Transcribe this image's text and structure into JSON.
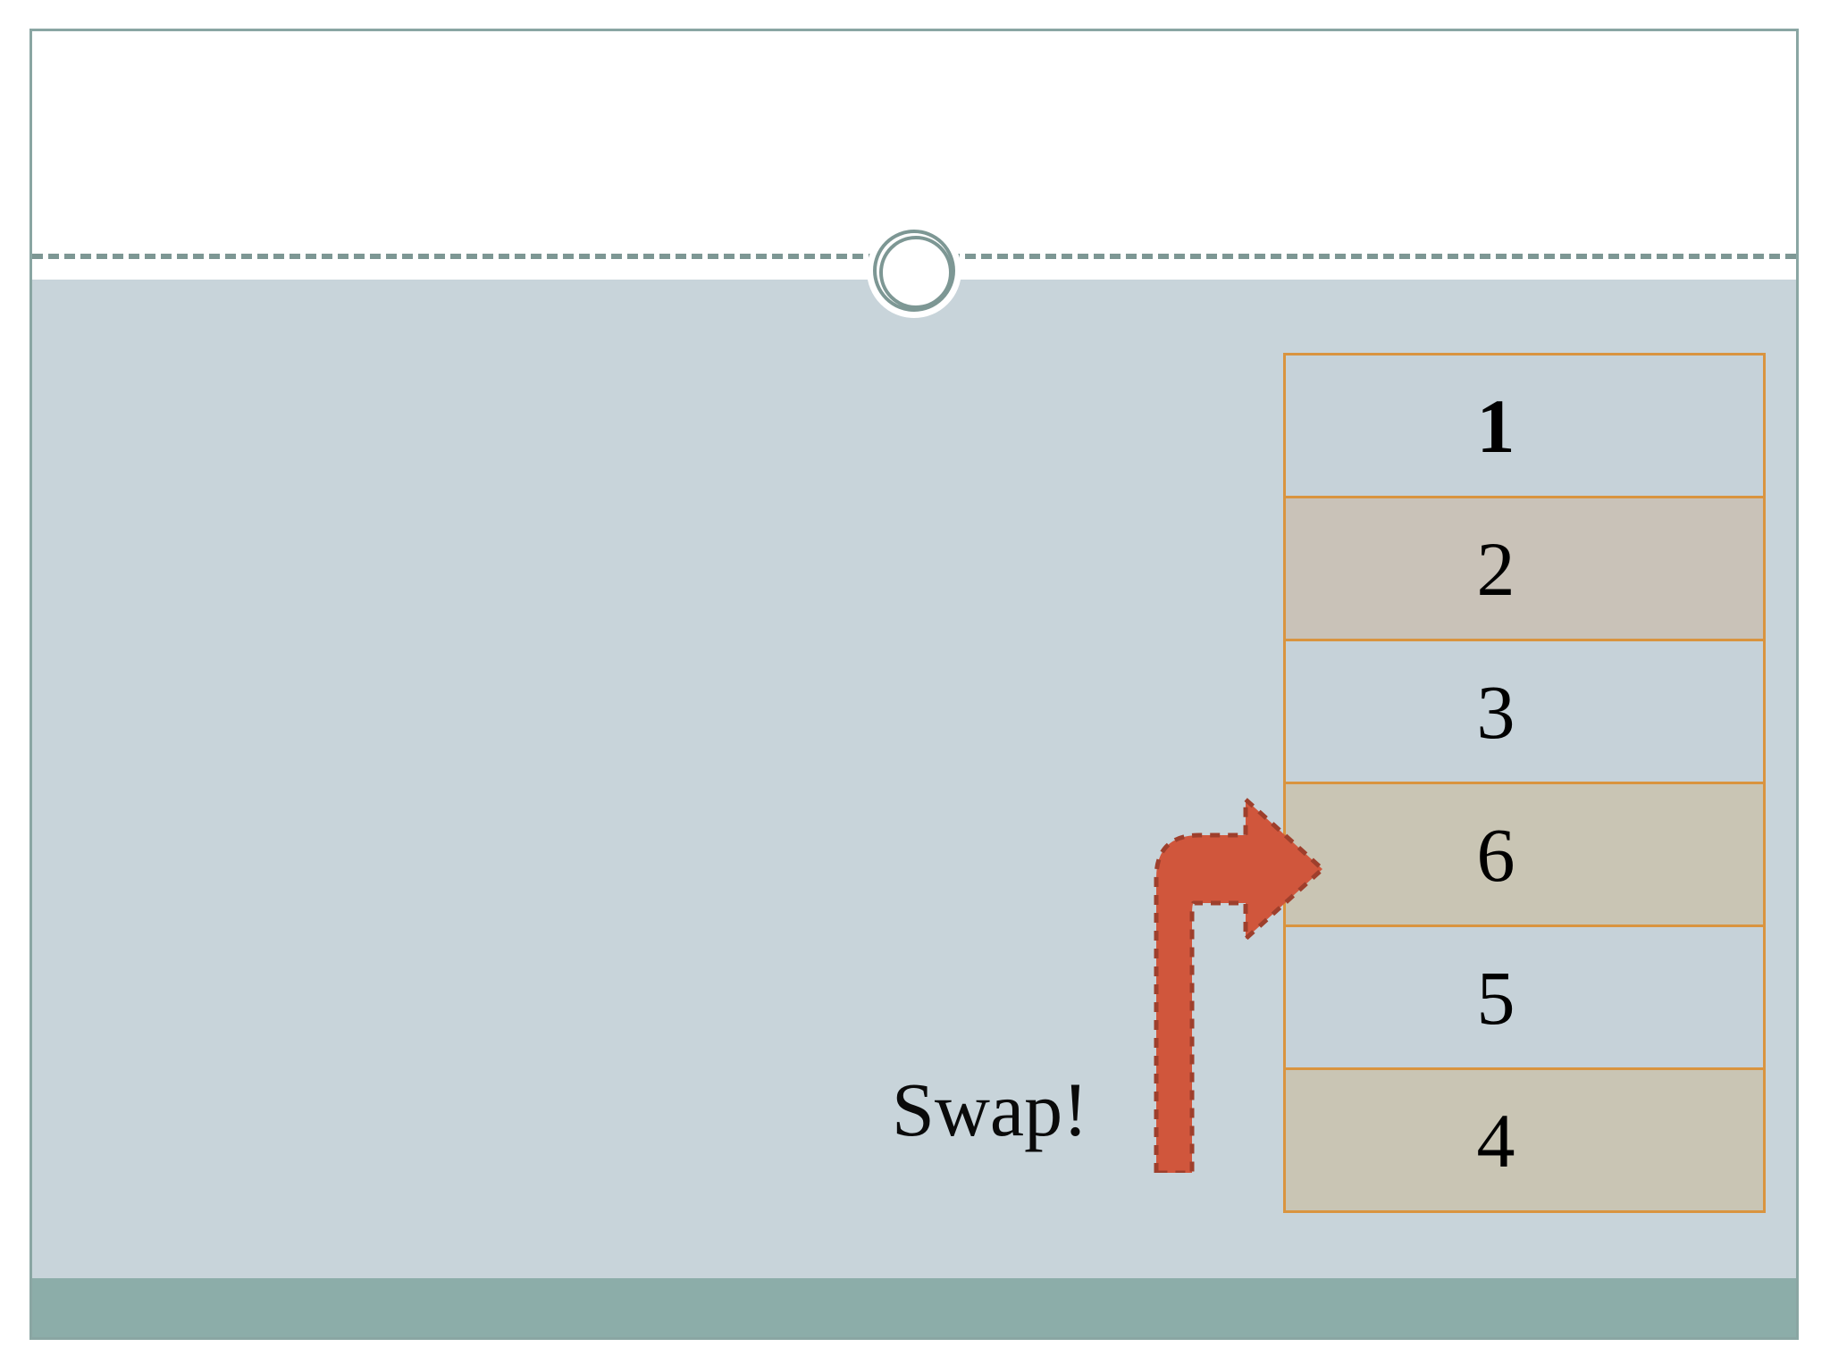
{
  "slide": {
    "background_color": "#c8d4da",
    "frame_border_color": "#8aa6a3",
    "header_color": "#ffffff",
    "footer_color": "#8cada9",
    "accent_color": "#d9943f",
    "arrow_color": "#d0563c",
    "ornament_color": "#7d9794"
  },
  "ornament": {
    "name": "double-ring-circle"
  },
  "array": {
    "name": "array-visualization",
    "cells": [
      {
        "value": "1",
        "shade": "blue",
        "bold": true
      },
      {
        "value": "2",
        "shade": "tan",
        "bold": false
      },
      {
        "value": "3",
        "shade": "blue",
        "bold": false
      },
      {
        "value": "6",
        "shade": "tan2",
        "bold": false
      },
      {
        "value": "5",
        "shade": "blue",
        "bold": false
      },
      {
        "value": "4",
        "shade": "tan2",
        "bold": false
      }
    ]
  },
  "annotation": {
    "swap_label": "Swap!",
    "arrow_target_index": 3,
    "arrow_name": "bent-swap-arrow"
  }
}
